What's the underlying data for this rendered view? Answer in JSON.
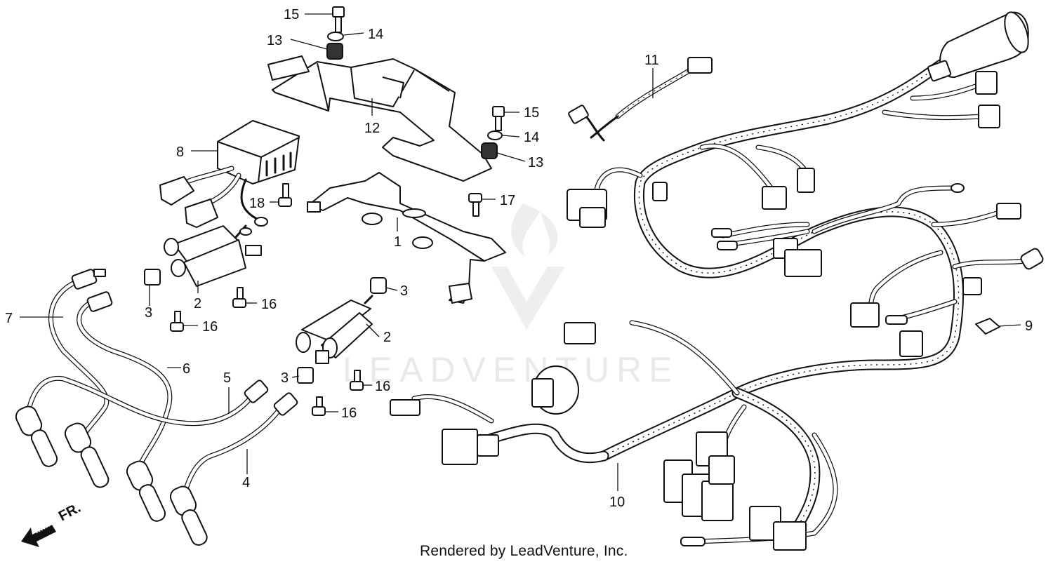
{
  "diagram": {
    "callouts": {
      "c15a": "15",
      "c13a": "13",
      "c14a": "14",
      "c12": "12",
      "c8": "8",
      "c15b": "15",
      "c14b": "14",
      "c13b": "13",
      "c11": "11",
      "c18": "18",
      "c17": "17",
      "c1": "1",
      "c7": "7",
      "c3a": "3",
      "c2a": "2",
      "c16a": "16",
      "c16b": "16",
      "c3b": "3",
      "c2b": "2",
      "c6": "6",
      "c5": "5",
      "c3c": "3",
      "c16c": "16",
      "c16d": "16",
      "c4": "4",
      "c10": "10",
      "c9": "9"
    },
    "direction_label": "FR."
  },
  "watermark": {
    "text": "LEADVENTURE"
  },
  "footer": {
    "text": "Rendered by LeadVenture, Inc."
  }
}
